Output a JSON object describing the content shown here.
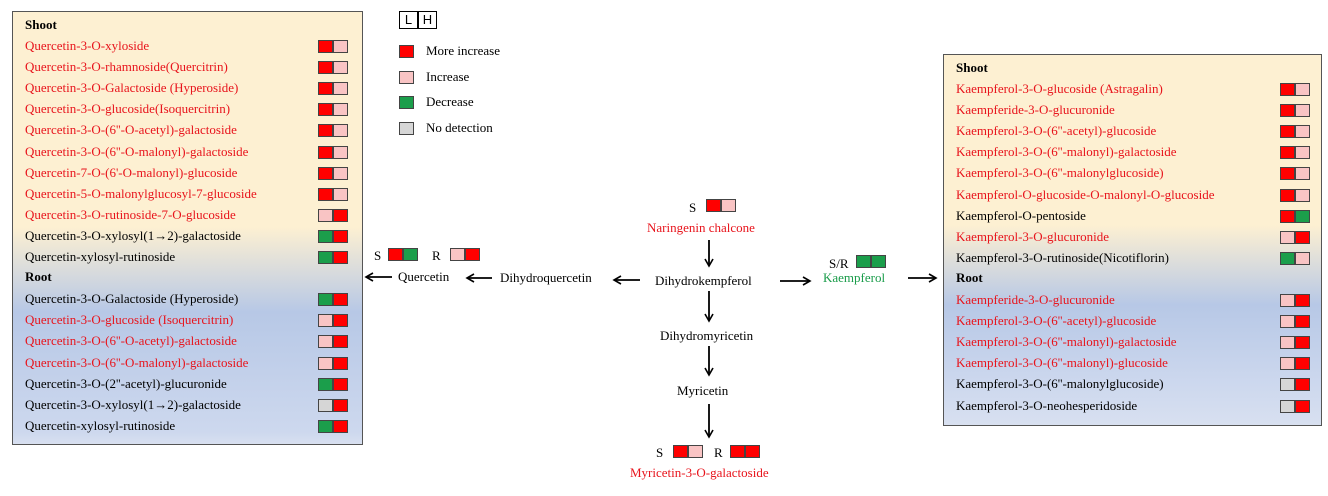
{
  "colors": {
    "more_increase": "#ff0000",
    "increase": "#f9c4c4",
    "decrease": "#1b9e4b",
    "no_detection": "#d6d6d6",
    "red_text": "#e8141c",
    "green_text": "#1a9c4a"
  },
  "legend": {
    "header_l": "L",
    "header_h": "H",
    "items": [
      {
        "label": "More increase",
        "color": "more_increase"
      },
      {
        "label": "Increase",
        "color": "increase"
      },
      {
        "label": "Decrease",
        "color": "decrease"
      },
      {
        "label": "No detection",
        "color": "no_detection"
      }
    ]
  },
  "left_panel": {
    "shoot_header": "Shoot",
    "root_header": "Root",
    "shoot": [
      {
        "name": "Quercetin-3-O-xyloside",
        "tone": "red",
        "l": "more_increase",
        "h": "increase"
      },
      {
        "name": "Quercetin-3-O-rhamnoside(Quercitrin)",
        "tone": "red",
        "l": "more_increase",
        "h": "increase"
      },
      {
        "name": "Quercetin-3-O-Galactoside  (Hyperoside)",
        "tone": "red",
        "l": "more_increase",
        "h": "increase"
      },
      {
        "name": "Quercetin-3-O-glucoside(Isoquercitrin)",
        "tone": "red",
        "l": "more_increase",
        "h": "increase"
      },
      {
        "name": "Quercetin-3-O-(6''-O-acetyl)-galactoside",
        "tone": "red",
        "l": "more_increase",
        "h": "increase"
      },
      {
        "name": "Quercetin-3-O-(6''-O-malonyl)-galactoside",
        "tone": "red",
        "l": "more_increase",
        "h": "increase"
      },
      {
        "name": "Quercetin-7-O-(6'-O-malonyl)-glucoside",
        "tone": "red",
        "l": "more_increase",
        "h": "increase"
      },
      {
        "name": "Quercetin-5-O-malonylglucosyl-7-glucoside",
        "tone": "red",
        "l": "more_increase",
        "h": "increase"
      },
      {
        "name": "Quercetin-3-O-rutinoside-7-O-glucoside",
        "tone": "red",
        "l": "increase",
        "h": "more_increase"
      },
      {
        "name": "Quercetin-3-O-xylosyl(1→2)-galactoside",
        "tone": "black",
        "l": "decrease",
        "h": "more_increase"
      },
      {
        "name": "Quercetin-xylosyl-rutinoside",
        "tone": "black",
        "l": "decrease",
        "h": "more_increase"
      }
    ],
    "root": [
      {
        "name": "Quercetin-3-O-Galactoside  (Hyperoside)",
        "tone": "black",
        "l": "decrease",
        "h": "more_increase"
      },
      {
        "name": "Quercetin-3-O-glucoside  (Isoquercitrin)",
        "tone": "red",
        "l": "increase",
        "h": "more_increase"
      },
      {
        "name": "Quercetin-3-O-(6''-O-acetyl)-galactoside",
        "tone": "red",
        "l": "increase",
        "h": "more_increase"
      },
      {
        "name": "Quercetin-3-O-(6''-O-malonyl)-galactoside",
        "tone": "red",
        "l": "increase",
        "h": "more_increase"
      },
      {
        "name": "Quercetin-3-O-(2''-acetyl)-glucuronide",
        "tone": "black",
        "l": "decrease",
        "h": "more_increase"
      },
      {
        "name": "Quercetin-3-O-xylosyl(1→2)-galactoside",
        "tone": "black",
        "l": "no_detection",
        "h": "more_increase"
      },
      {
        "name": "Quercetin-xylosyl-rutinoside",
        "tone": "black",
        "l": "decrease",
        "h": "more_increase"
      }
    ]
  },
  "right_panel": {
    "shoot_header": "Shoot",
    "root_header": "Root",
    "shoot": [
      {
        "name": "Kaempferol-3-O-glucoside  (Astragalin)",
        "tone": "red",
        "l": "more_increase",
        "h": "increase"
      },
      {
        "name": "Kaempferide-3-O-glucuronide",
        "tone": "red",
        "l": "more_increase",
        "h": "increase"
      },
      {
        "name": "Kaempferol-3-O-(6''-acetyl)-glucoside",
        "tone": "red",
        "l": "more_increase",
        "h": "increase"
      },
      {
        "name": "Kaempferol-3-O-(6''-malonyl)-galactoside",
        "tone": "red",
        "l": "more_increase",
        "h": "increase"
      },
      {
        "name": "Kaempferol-3-O-(6''-malonylglucoside)",
        "tone": "red",
        "l": "more_increase",
        "h": "increase"
      },
      {
        "name": "Kaempferol-O-glucoside-O-malonyl-O-glucoside",
        "tone": "red",
        "l": "more_increase",
        "h": "increase"
      },
      {
        "name": "Kaempferol-O-pentoside",
        "tone": "black",
        "l": "more_increase",
        "h": "decrease"
      },
      {
        "name": "Kaempferol-3-O-glucuronide",
        "tone": "red",
        "l": "increase",
        "h": "more_increase"
      },
      {
        "name": "Kaempferol-3-O-rutinoside(Nicotiflorin)",
        "tone": "black",
        "l": "decrease",
        "h": "increase"
      }
    ],
    "root": [
      {
        "name": "Kaempferide-3-O-glucuronide",
        "tone": "red",
        "l": "increase",
        "h": "more_increase"
      },
      {
        "name": "Kaempferol-3-O-(6''-acetyl)-glucoside",
        "tone": "red",
        "l": "increase",
        "h": "more_increase"
      },
      {
        "name": "Kaempferol-3-O-(6''-malonyl)-galactoside",
        "tone": "red",
        "l": "increase",
        "h": "more_increase"
      },
      {
        "name": "Kaempferol-3-O-(6''-malonyl)-glucoside",
        "tone": "red",
        "l": "increase",
        "h": "more_increase"
      },
      {
        "name": "Kaempferol-3-O-(6''-malonylglucoside)",
        "tone": "black",
        "l": "no_detection",
        "h": "more_increase"
      },
      {
        "name": "Kaempferol-3-O-neohesperidoside",
        "tone": "black",
        "l": "no_detection",
        "h": "more_increase"
      }
    ]
  },
  "pathway": {
    "naringenin": {
      "s_label": "S",
      "name": "Naringenin  chalcone",
      "l": "more_increase",
      "h": "increase"
    },
    "dihydrokaempferol": "Dihydrokempferol",
    "dihydroquercetin": "Dihydroquercetin",
    "quercetin": {
      "name": "Quercetin",
      "s_label": "S",
      "r_label": "R",
      "s": {
        "l": "more_increase",
        "h": "decrease"
      },
      "r": {
        "l": "increase",
        "h": "more_increase"
      }
    },
    "kaempferol": {
      "name": "Kaempferol",
      "sr_label": "S/R",
      "l": "decrease",
      "h": "decrease"
    },
    "dihydromyricetin": "Dihydromyricetin",
    "myricetin": "Myricetin",
    "myricetin_gal": {
      "name": "Myricetin-3-O-galactoside",
      "s_label": "S",
      "r_label": "R",
      "s": {
        "l": "more_increase",
        "h": "increase"
      },
      "r": {
        "l": "more_increase",
        "h": "more_increase"
      }
    }
  }
}
